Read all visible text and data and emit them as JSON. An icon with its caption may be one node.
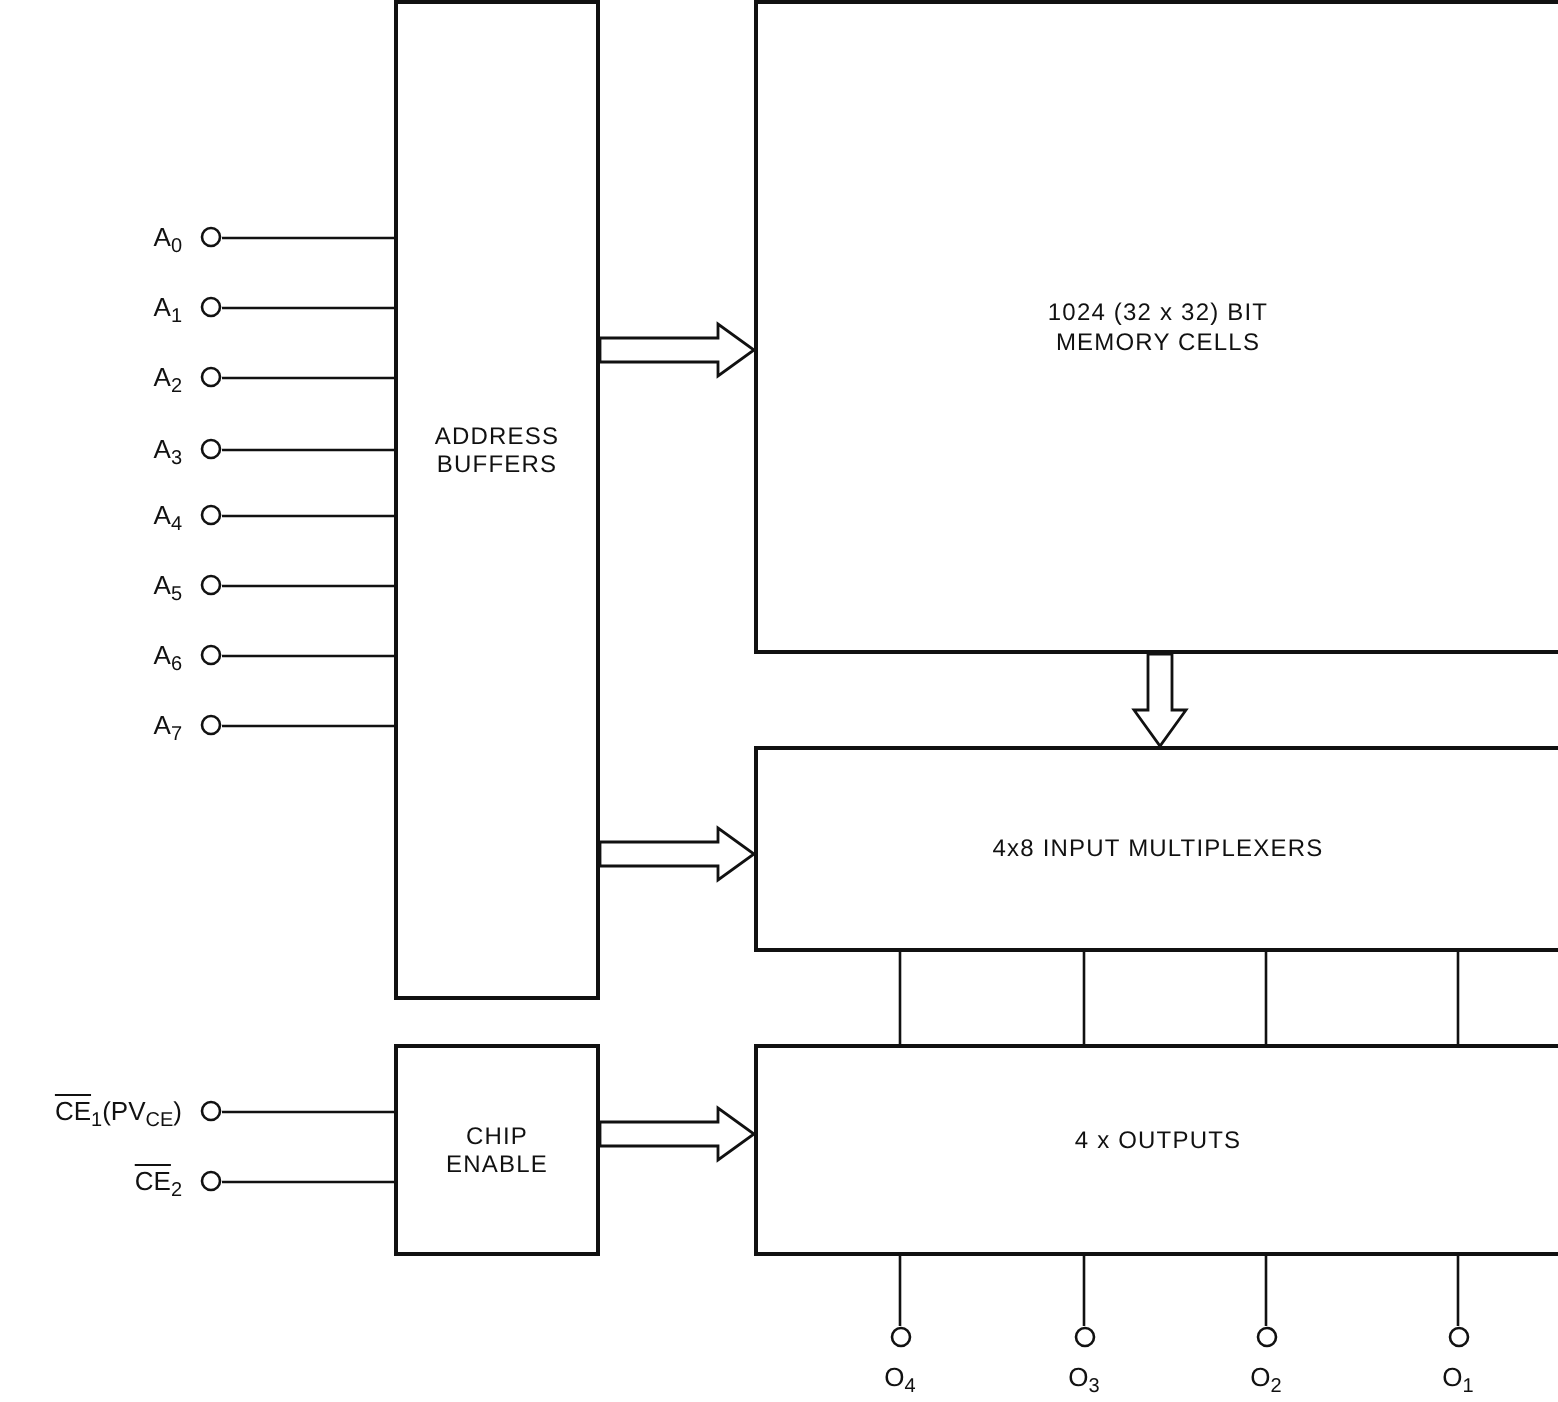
{
  "diagram": {
    "nodes": [
      {
        "text": [
          "ADDRESS BUFFERS"
        ]
      },
      {
        "text": [
          "1024 (32 x 32) BIT MEMORY CELLS"
        ]
      },
      {
        "text": [
          "4x8 INPUT MULTIPLEXERS"
        ]
      },
      {
        "text": [
          "CHIP ENABLE"
        ]
      },
      {
        "text": [
          "4 x OUTPUTS"
        ]
      },
      {
        "text": [
          "A$_{0}$"
        ]
      },
      {
        "text": [
          "A$_{1}$"
        ]
      },
      {
        "text": [
          "A$_{2}$"
        ]
      },
      {
        "text": [
          "A$_{3}$"
        ]
      },
      {
        "text": [
          "A$_{4}$"
        ]
      },
      {
        "text": [
          "A$_{5}$"
        ]
      },
      {
        "text": [
          "A$_{6}$"
        ]
      },
      {
        "text": [
          "A$_{7}$"
        ]
      },
      {
        "text": [
          "CE$_{1}$(PV$_{CE}$)"
        ]
      },
      {
        "text": [
          "CE$_{2}$"
        ]
      },
      {
        "text": [
          "O$_{4}$"
        ]
      },
      {
        "text": [
          "O$_{3}$"
        ]
      },
      {
        "text": [
          "O$_{2}$"
        ]
      },
      {
        "text": [
          "O$_{1}$"
        ]
      }
    ],
    "edges": [
      {
        "from": 0,
        "to": 1,
        "arrow": "to",
        "style": "thick"
      },
      {
        "from": 0,
        "to": 2,
        "arrow": "to",
        "style": "thick"
      },
      {
        "from": 1,
        "to": 2,
        "arrow": "to",
        "style": "thick"
      },
      {
        "from": 3,
        "to": 4,
        "arrow": "to",
        "style": "thick"
      },
      {
        "from": 5,
        "to": 0,
        "arrow": "none"
      },
      {
        "from": 6,
        "to": 0,
        "arrow": "none"
      },
      {
        "from": 7,
        "to": 0,
        "arrow": "none"
      },
      {
        "from": 8,
        "to": 0,
        "arrow": "none"
      },
      {
        "from": 9,
        "to": 0,
        "arrow": "none"
      },
      {
        "from": 10,
        "to": 0,
        "arrow": "none"
      },
      {
        "from": 11,
        "to": 0,
        "arrow": "none"
      },
      {
        "from": 12,
        "to": 0,
        "arrow": "none"
      },
      {
        "from": 13,
        "to": 3,
        "arrow": "none"
      },
      {
        "from": 14,
        "to": 3,
        "arrow": "none"
      },
      {
        "from": 2,
        "to": 4,
        "arrow": "none"
      },
      {
        "from": 2,
        "to": 4,
        "arrow": "none"
      },
      {
        "from": 2,
        "to": 4,
        "arrow": "none"
      },
      {
        "from": 2,
        "to": 4,
        "arrow": "none"
      },
      {
        "from": 4,
        "to": 15,
        "arrow": "none"
      },
      {
        "from": 4,
        "to": 16,
        "arrow": "none"
      },
      {
        "from": 4,
        "to": 17,
        "arrow": "none"
      },
      {
        "from": 4,
        "to": 18,
        "arrow": "none"
      }
    ]
  }
}
